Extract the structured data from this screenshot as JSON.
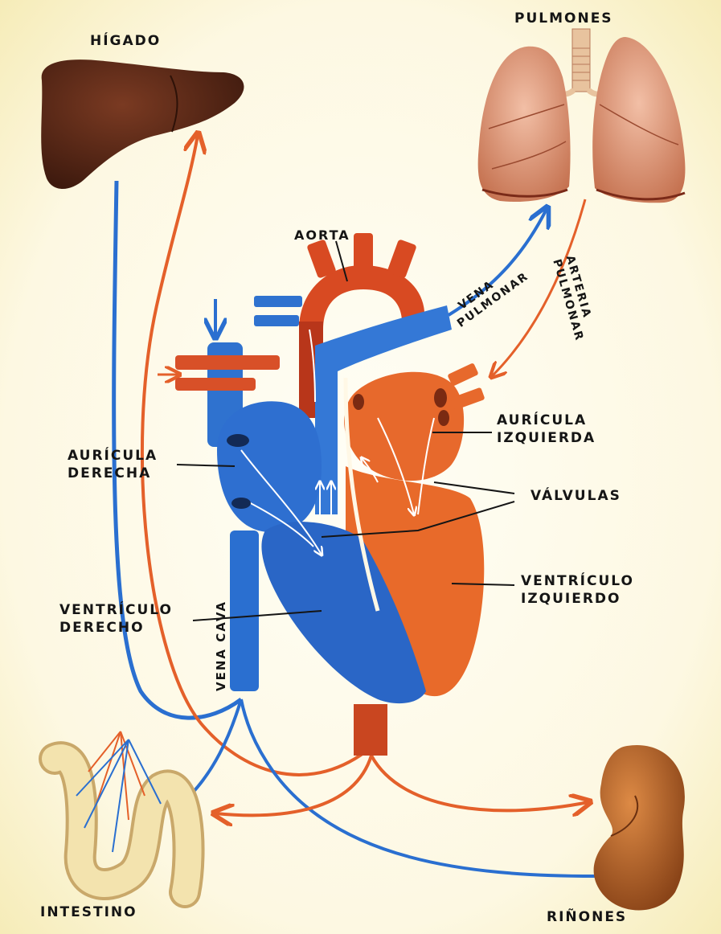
{
  "labels": {
    "higado": "HÍGADO",
    "pulmones": "PULMONES",
    "aorta": "AORTA",
    "vena_pulmonar_1": "VENA",
    "vena_pulmonar_2": "PULMONAR",
    "arteria_pulmonar_1": "ARTERIA",
    "arteria_pulmonar_2": "PULMONAR",
    "auricula_izquierda_1": "AURÍCULA",
    "auricula_izquierda_2": "IZQUIERDA",
    "auricula_derecha_1": "AURÍCULA",
    "auricula_derecha_2": "DERECHA",
    "valvulas": "VÁLVULAS",
    "ventriculo_izquierdo_1": "VENTRÍCULO",
    "ventriculo_izquierdo_2": "IZQUIERDO",
    "ventriculo_derecho_1": "VENTRÍCULO",
    "ventriculo_derecho_2": "DERECHO",
    "vena_cava": "VENA CAVA",
    "intestino": "INTESTINO",
    "rinones": "RIÑONES"
  },
  "colors": {
    "venous_blood": "#2a6fd0",
    "arterial_blood": "#e4602a",
    "liver": "#5a2a18",
    "lungs": "#d88f72",
    "kidney": "#b8622a",
    "intestine": "#f3e3ae"
  }
}
